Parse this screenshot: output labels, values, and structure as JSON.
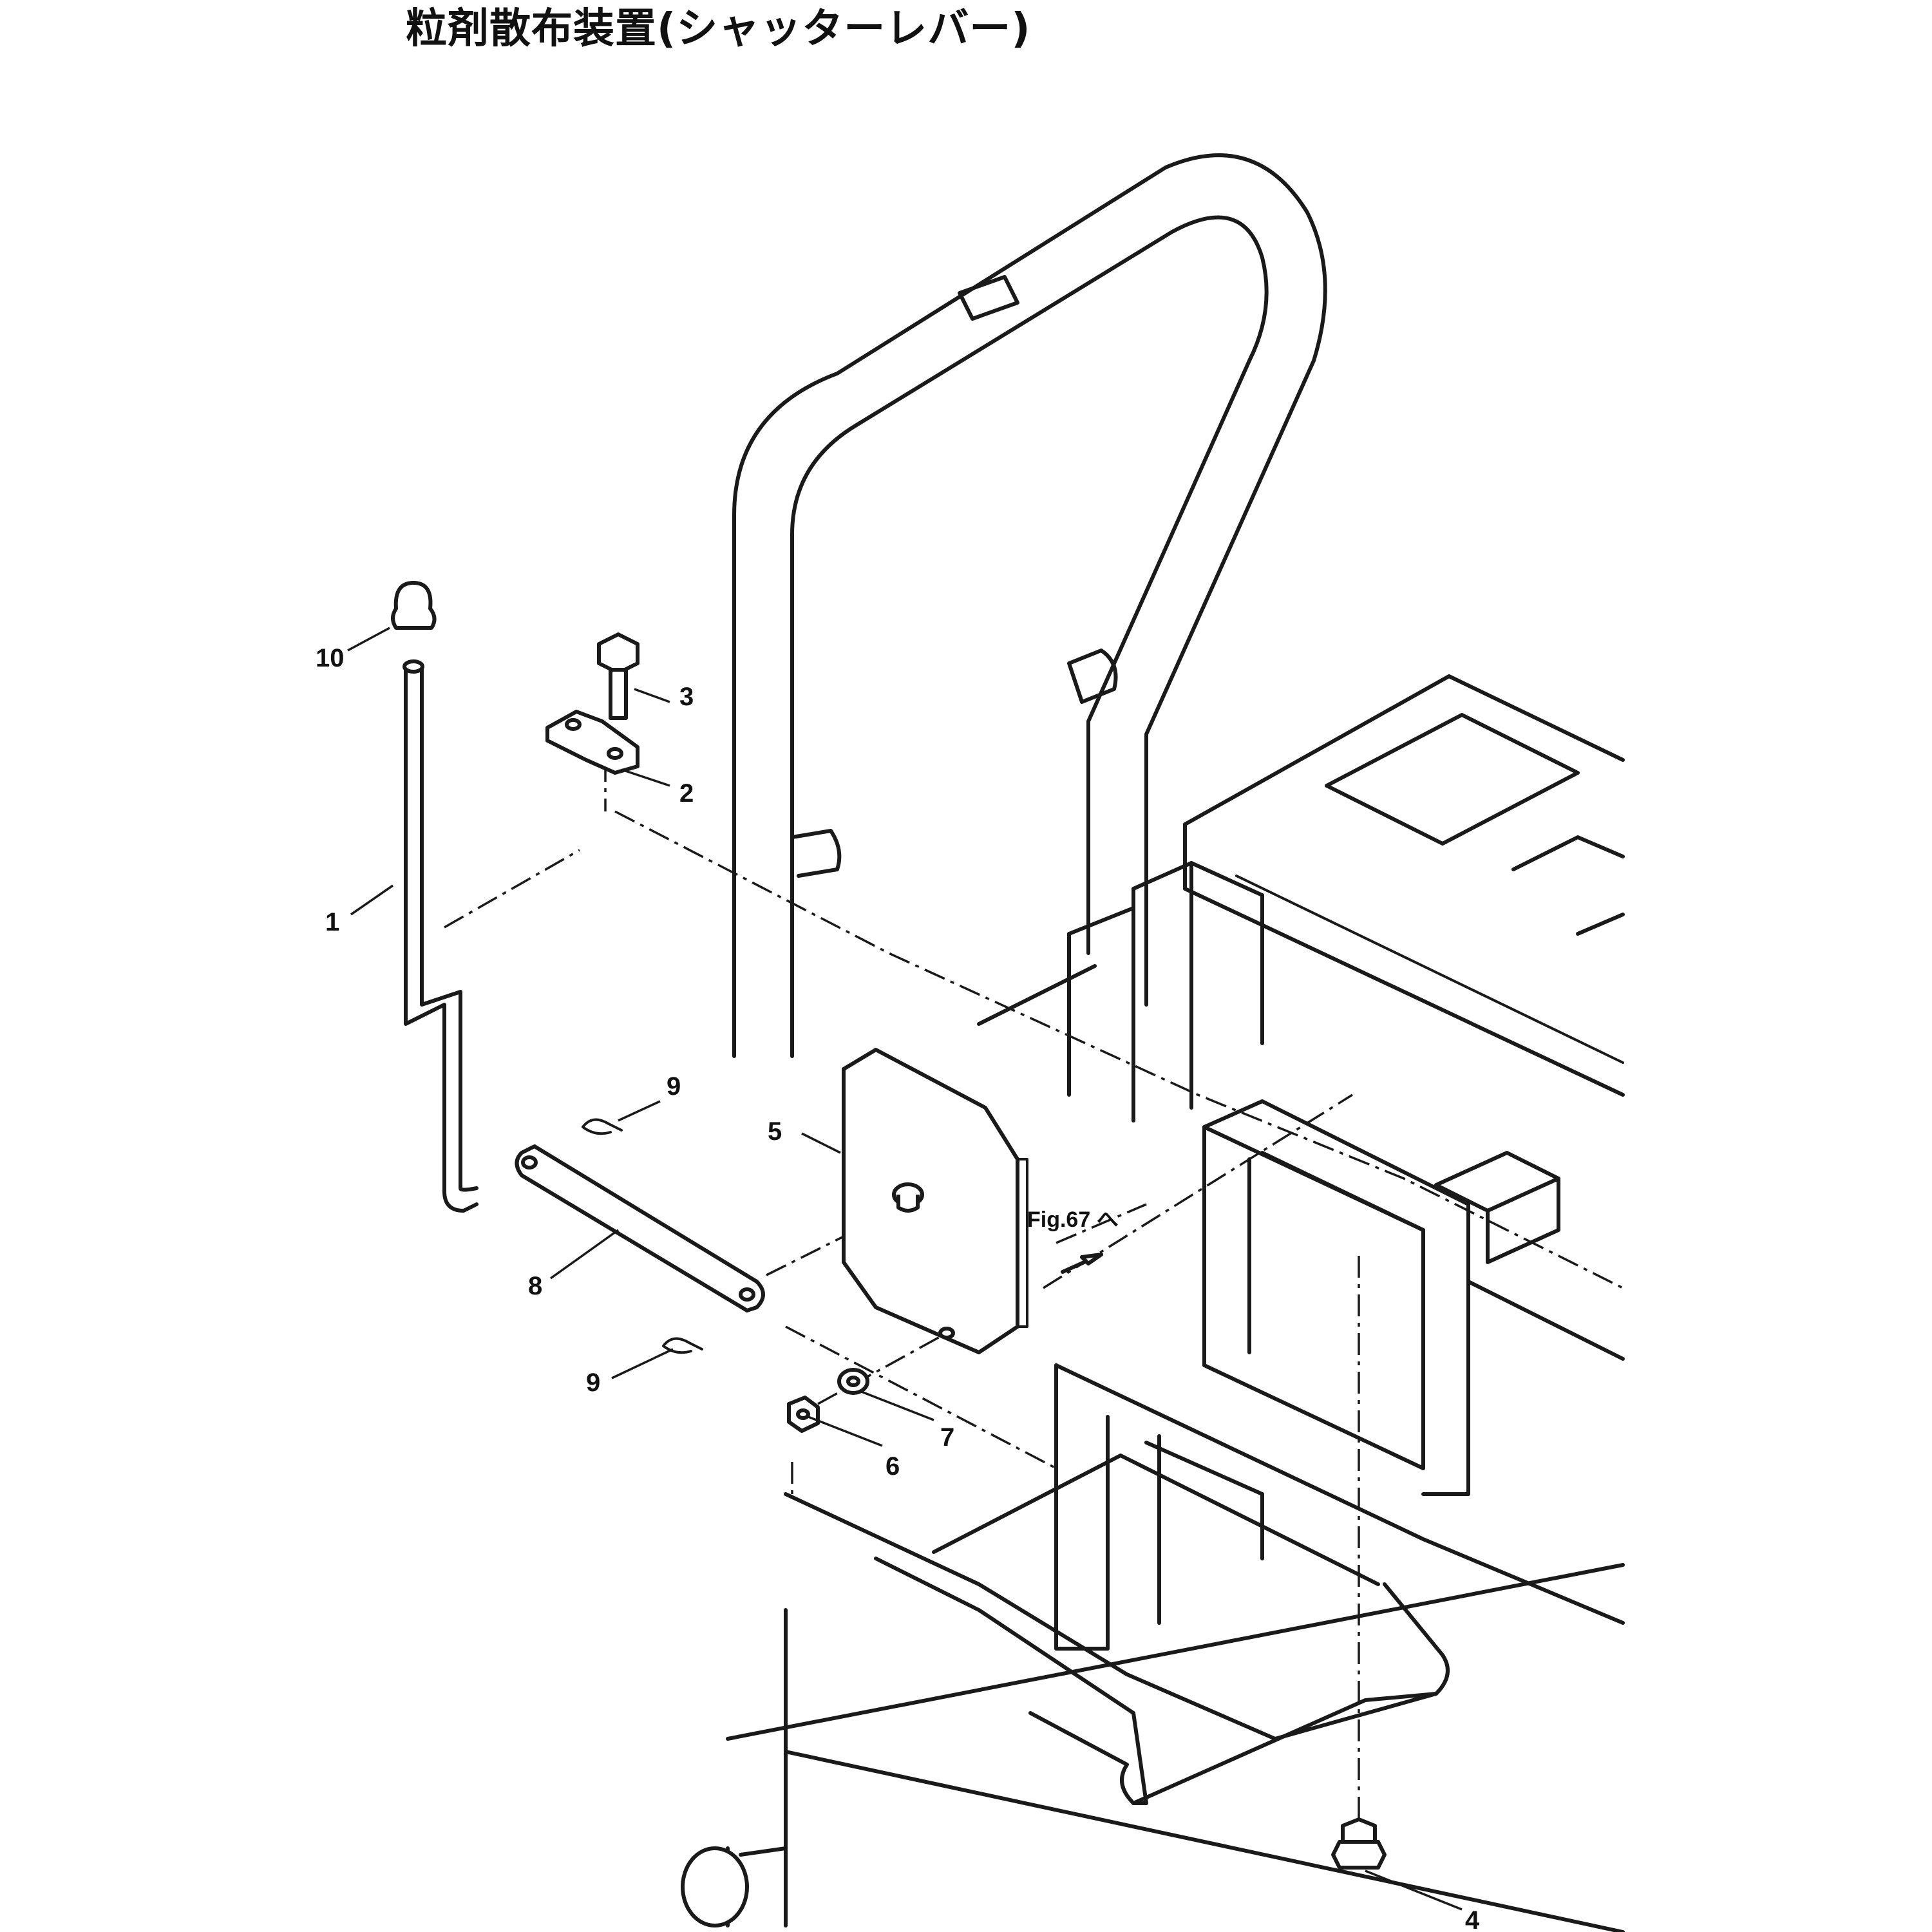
{
  "title": "粒剤散布装置(シャッターレバー)",
  "cross_reference": "Fig.67 へ",
  "callouts": {
    "c1": "1",
    "c2": "2",
    "c3": "3",
    "c4": "4",
    "c5": "5",
    "c6": "6",
    "c7": "7",
    "c8": "8",
    "c9a": "9",
    "c9b": "9",
    "c10": "10"
  }
}
